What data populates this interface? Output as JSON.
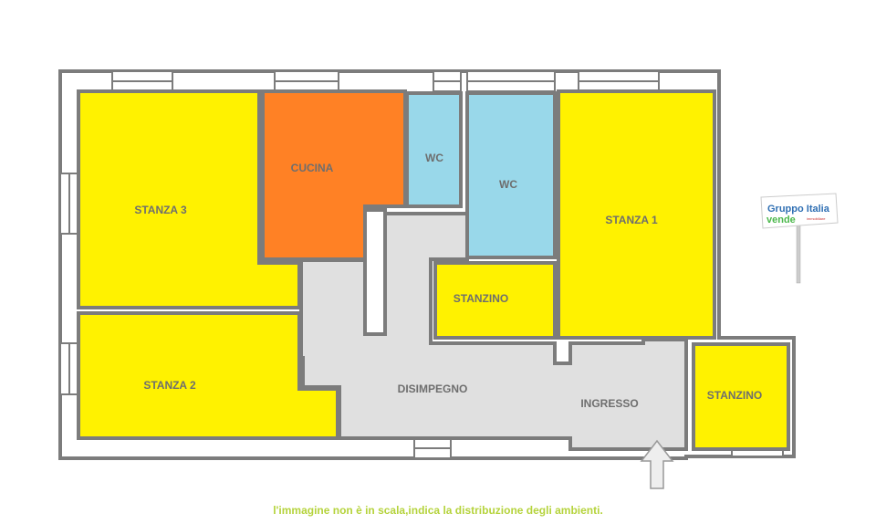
{
  "rooms": {
    "stanza3": "STANZA 3",
    "cucina": "CUCINA",
    "wc1": "WC",
    "wc2": "WC",
    "stanza1": "STANZA 1",
    "stanzino1": "STANZINO",
    "stanza2": "STANZA 2",
    "disimpegno": "DISIMPEGNO",
    "ingresso": "INGRESSO",
    "stanzino2": "STANZINO"
  },
  "logo": {
    "line1": "Gruppo Italia",
    "line2": "vende",
    "sub": "immobiliare"
  },
  "colors": {
    "bedroom": "#fff200",
    "kitchen": "#ff8125",
    "bath": "#99d8ea",
    "hall": "#e0e0e0",
    "wall": "#7c7c7c",
    "note": "#b5d33c"
  },
  "note": "l'immagine non è in scala,indica la distribuzione degli ambienti."
}
